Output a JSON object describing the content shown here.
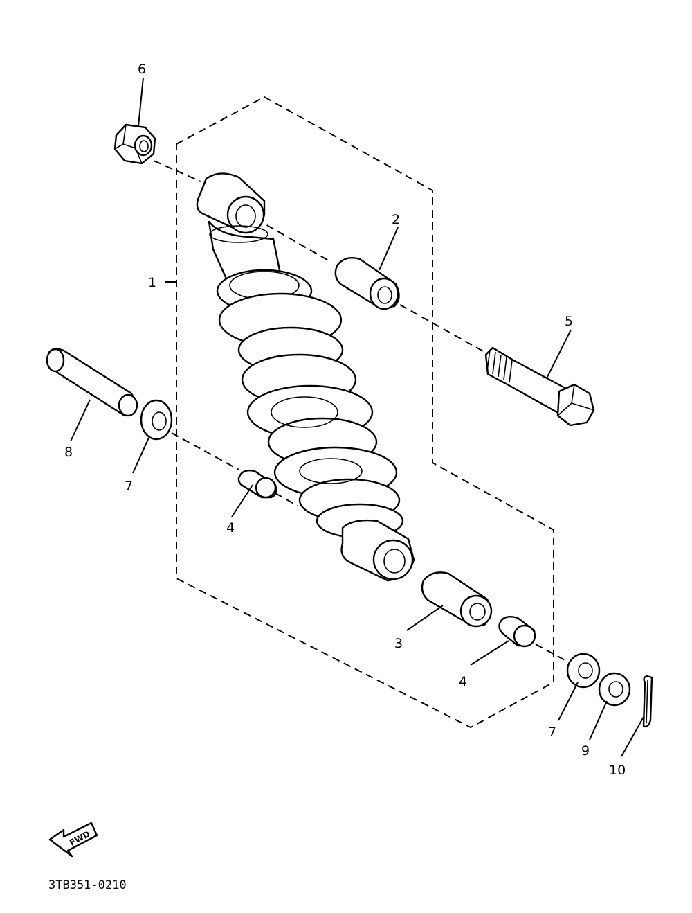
{
  "diagram": {
    "callouts": {
      "p1": "1",
      "p2": "2",
      "p3": "3",
      "p4a": "4",
      "p4b": "4",
      "p5": "5",
      "p6": "6",
      "p7a": "7",
      "p7b": "7",
      "p8": "8",
      "p9": "9",
      "p10": "10"
    },
    "fwd_label": "FWD",
    "drawing_code": "3TB351-0210"
  }
}
